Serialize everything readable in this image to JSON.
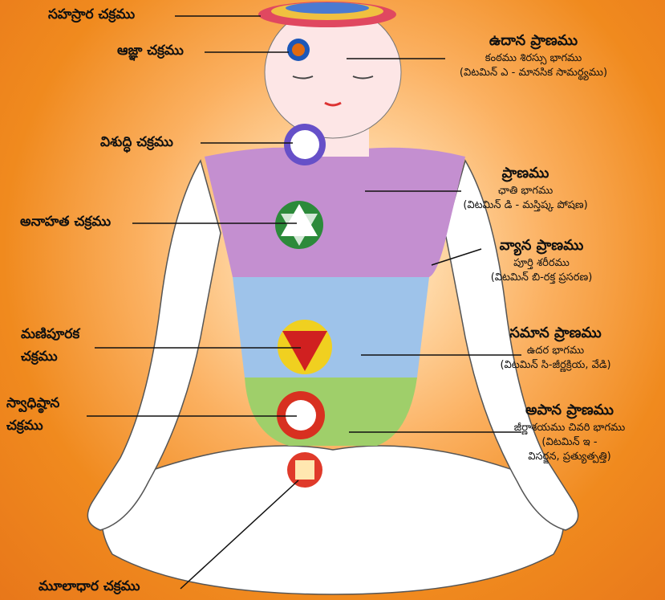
{
  "chakras": {
    "sahasrara": "సహస్రార చక్రము",
    "ajna": "ఆజ్ఞా చక్రము",
    "vishuddhi": "విశుద్ధి చక్రము",
    "anahata": "అనాహత చక్రము",
    "manipuraka_1": "మణిపూరక",
    "manipuraka_2": "చక్రము",
    "svadhishthana_1": "స్వాధిష్ఠాన",
    "svadhishthana_2": "చక్రము",
    "muladhara": "మూలాధార చక్రము"
  },
  "pranas": {
    "udana": {
      "name": "ఉదాన ప్రాణము",
      "line1": "కంఠము శిరస్సు భాగము",
      "line2": "(విటమిన్ ఎ - మానసిక సామర్థ్యము)"
    },
    "prana": {
      "name": "ప్రాణము",
      "line1": "ఛాతి భాగము",
      "line2": "(విటమిన్ డి - మస్తిష్క పోషణ)"
    },
    "vyana": {
      "name": "వ్యాన ప్రాణము",
      "line1": "పూర్తి శరీరము",
      "line2": "(విటమిన్ బి-రక్త ప్రసరణ)"
    },
    "samana": {
      "name": "సమాన ప్రాణము",
      "line1": "ఉదర భాగము",
      "line2": "(విటమిన్ సి-జీర్ణక్రియ, వేడి)"
    },
    "apana": {
      "name": "అపాన ప్రాణము",
      "line1": "జీర్ణాశయము చివరి భాగము",
      "line2": "(విటమిన్ ఇ -",
      "line3": "విసర్జన, ప్రత్యుత్పత్తి)"
    }
  },
  "colors": {
    "background": "#f08a1e",
    "chest": "#c48fd0",
    "belly": "#9ec3ea",
    "pelvis": "#9fcf6a",
    "skin": "#fde6e6"
  }
}
